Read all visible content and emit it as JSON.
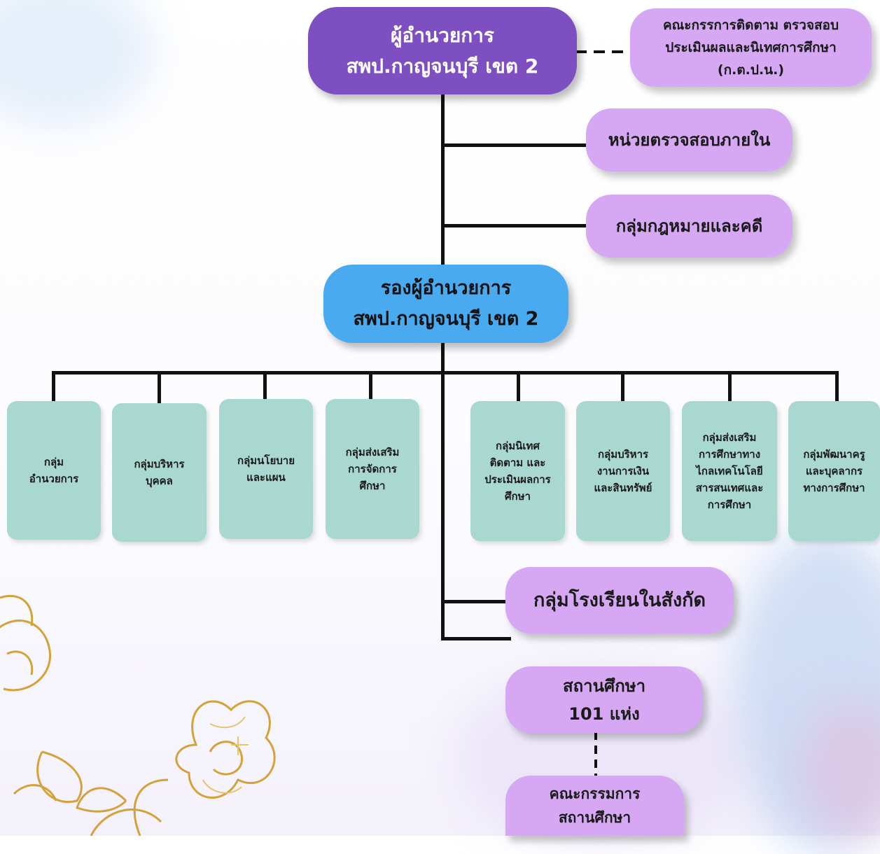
{
  "director": {
    "title": "ผู้อำนวยการ\nสพป.กาญจนบุรี เขต 2"
  },
  "committee": {
    "label": "คณะกรรการติดตาม ตรวจสอบ\nประเมินผลและนิเทศการศึกษา\n(ก.ต.ป.น.)"
  },
  "internal_audit": {
    "label": "หน่วยตรวจสอบภายใน"
  },
  "legal": {
    "label": "กลุ่มกฎหมายและคดี"
  },
  "deputy": {
    "title": "รองผู้อำนวยการ\nสพป.กาญจนบุรี เขต 2"
  },
  "groups": [
    {
      "label": "กลุ่ม\nอำนวยการ"
    },
    {
      "label": "กลุ่มบริหาร\nบุคคล"
    },
    {
      "label": "กลุ่มนโยบาย\nและแผน"
    },
    {
      "label": "กลุ่มส่งเสริม\nการจัดการ\nศึกษา"
    },
    {
      "label": "กลุ่มนิเทศ\nติดตาม และ\nประเมินผลการ\nศึกษา"
    },
    {
      "label": "กลุ่มบริหาร\nงานการเงิน\nและสินทรัพย์"
    },
    {
      "label": "กลุ่มส่งเสริม\nการศึกษาทาง\nไกลเทคโนโลยี\nสารสนเทศและ\nการศึกษา"
    },
    {
      "label": "กลุ่มพัฒนาครู\nและบุคลากร\nทางการศึกษา"
    }
  ],
  "schools_group": {
    "label": "กลุ่มโรงเรียนในสังกัด"
  },
  "schools": {
    "label": "สถานศึกษา\n101 แห่ง"
  },
  "school_committee": {
    "label": "คณะกรรมการ\nสถานศึกษา"
  },
  "colors": {
    "director": "#7e4fc0",
    "deputy": "#4aaaf0",
    "unit": "#d6a8f4",
    "group_card": "#a8d8cf",
    "line": "#111111"
  }
}
